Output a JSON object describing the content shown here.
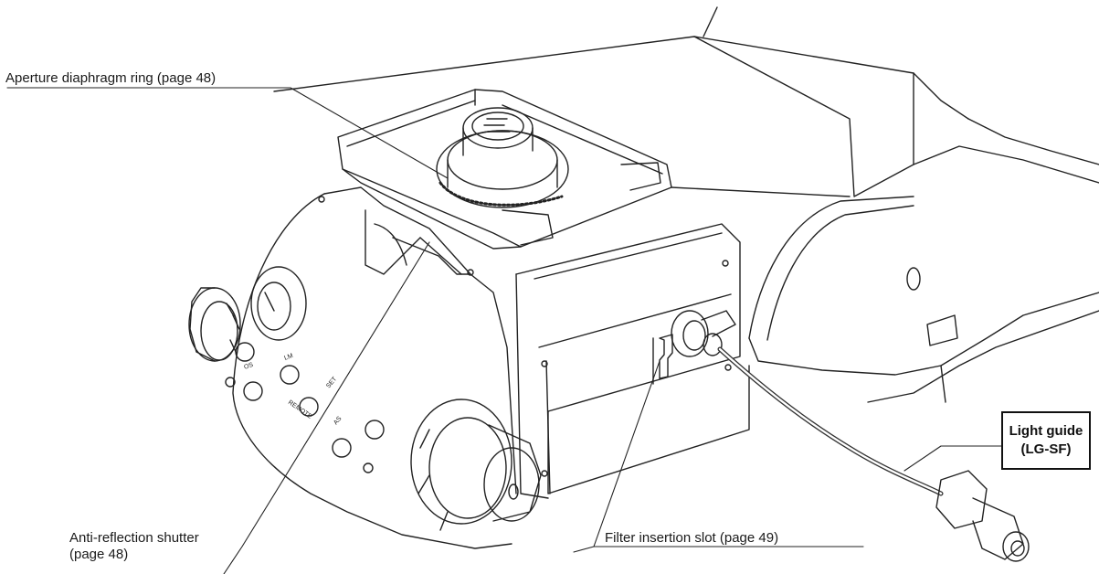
{
  "labels": {
    "aperture_diaphragm_ring": "Aperture diaphragm ring (page 48)",
    "anti_reflection_shutter_line1": "Anti-reflection shutter",
    "anti_reflection_shutter_line2": "(page 48)",
    "filter_insertion_slot": "Filter insertion slot (page 49)",
    "light_guide_line1": "Light guide",
    "light_guide_line2": "(LG-SF)"
  },
  "panel_markings": {
    "lm": "LM",
    "os": "OS",
    "remote": "REMOTE",
    "set": "SET",
    "as": "AS"
  }
}
